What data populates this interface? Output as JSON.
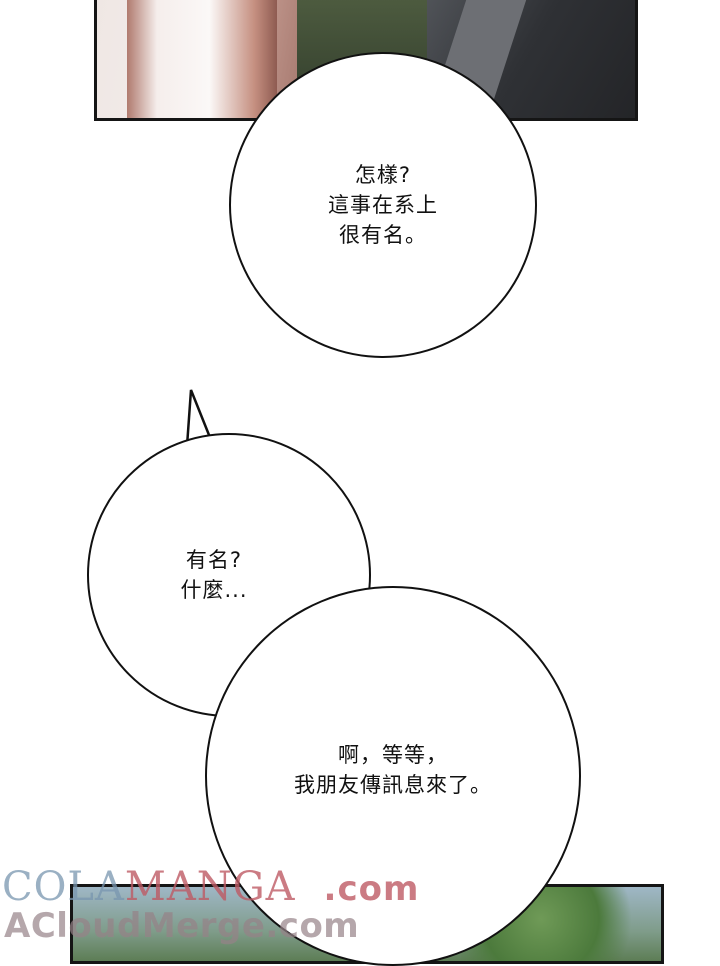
{
  "bubbles": {
    "first": [
      "怎樣?",
      "這事在系上",
      "很有名。"
    ],
    "second": [
      "有名?",
      "什麼..."
    ],
    "third": [
      "啊，等等，",
      "我朋友傳訊息來了。"
    ]
  },
  "watermark": {
    "line1_a": "COLA",
    "line1_b": "MANGA",
    "line1_c": ".com",
    "line2": "ACloudMerge.com"
  }
}
